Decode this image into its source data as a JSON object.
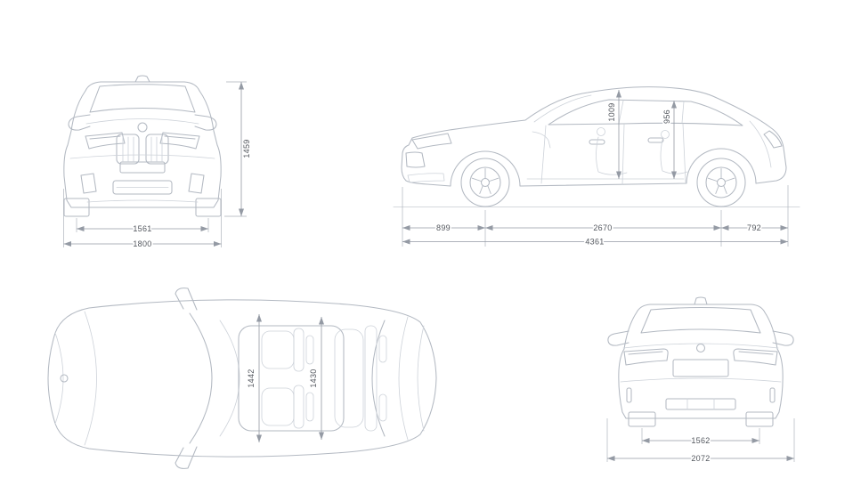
{
  "colors": {
    "background": "#ffffff",
    "car_line": "#b3b9c2",
    "car_line_light": "#cdd2d9",
    "dimension_line": "#949aa4",
    "label_text": "#53575e"
  },
  "views": {
    "front": {
      "height": "1459",
      "track_width": "1561",
      "overall_width": "1800"
    },
    "side": {
      "front_headroom": "1009",
      "rear_headroom": "956",
      "front_overhang": "899",
      "wheelbase": "2670",
      "rear_overhang": "792",
      "overall_length": "4361"
    },
    "top": {
      "front_interior_width": "1442",
      "rear_interior_width": "1430"
    },
    "rear": {
      "track_width": "1562",
      "overall_width_incl_mirrors": "2072"
    }
  }
}
